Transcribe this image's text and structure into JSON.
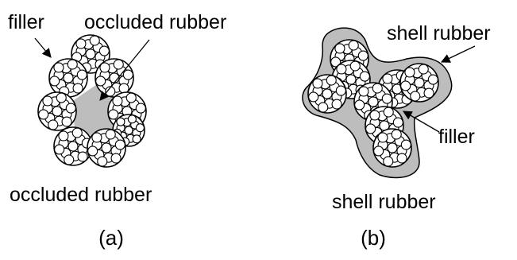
{
  "colors": {
    "background": "#ffffff",
    "rubber_fill": "#bdbdbd",
    "outline": "#000000",
    "particle_fill": "#ffffff"
  },
  "panel_a": {
    "label_filler": "filler",
    "label_occluded_top": "occluded rubber",
    "caption_name": "occluded rubber",
    "caption_id": "(a)"
  },
  "panel_b": {
    "label_shell_top": "shell rubber",
    "label_filler": "filler",
    "caption_name": "shell rubber",
    "caption_id": "(b)"
  }
}
